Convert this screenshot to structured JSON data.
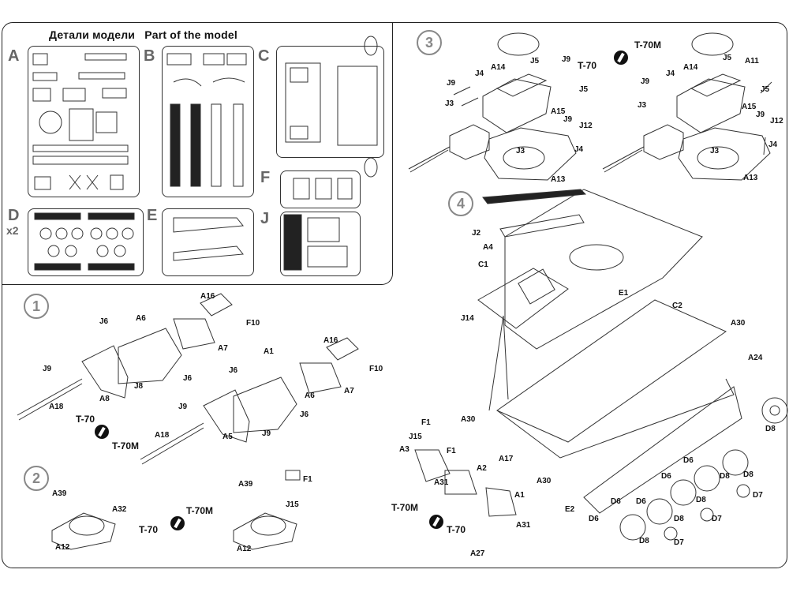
{
  "title": {
    "ru": "Детали модели",
    "en": "Part of the model"
  },
  "sprues": [
    "A",
    "B",
    "C",
    "D",
    "x2",
    "E",
    "F",
    "J"
  ],
  "steps": [
    "1",
    "2",
    "3",
    "4"
  ],
  "variants": {
    "t70": "T-70",
    "t70m": "T-70M"
  },
  "labels": {
    "s3": [
      "J9",
      "J4",
      "A14",
      "J5",
      "J9",
      "J5",
      "J3",
      "A15",
      "J9",
      "J12",
      "J4",
      "J3",
      "A13",
      "J9",
      "J4",
      "A14",
      "J5",
      "A11",
      "J5",
      "J3",
      "A15",
      "J9",
      "J12",
      "J4",
      "J3",
      "A13"
    ],
    "s4": [
      "J2",
      "A4",
      "C1",
      "E1",
      "C2",
      "J14",
      "A30",
      "A24",
      "D8",
      "F1",
      "J15",
      "A30",
      "A3",
      "F1",
      "A2",
      "A17",
      "A30",
      "A31",
      "A1",
      "D6",
      "D6",
      "D6",
      "D8",
      "D8",
      "D7",
      "A31",
      "A27",
      "E2",
      "D6",
      "D6",
      "D8",
      "D8",
      "D7",
      "D8",
      "D7"
    ],
    "s1": [
      "A16",
      "F10",
      "J6",
      "A6",
      "A7",
      "J9",
      "J8",
      "A8",
      "J6",
      "A18",
      "A1",
      "A16",
      "J6",
      "F10",
      "A6",
      "A7",
      "J9",
      "J6",
      "A18",
      "A5",
      "J9"
    ],
    "s2": [
      "A39",
      "A32",
      "A12",
      "A39",
      "F1",
      "J15",
      "A12"
    ]
  }
}
